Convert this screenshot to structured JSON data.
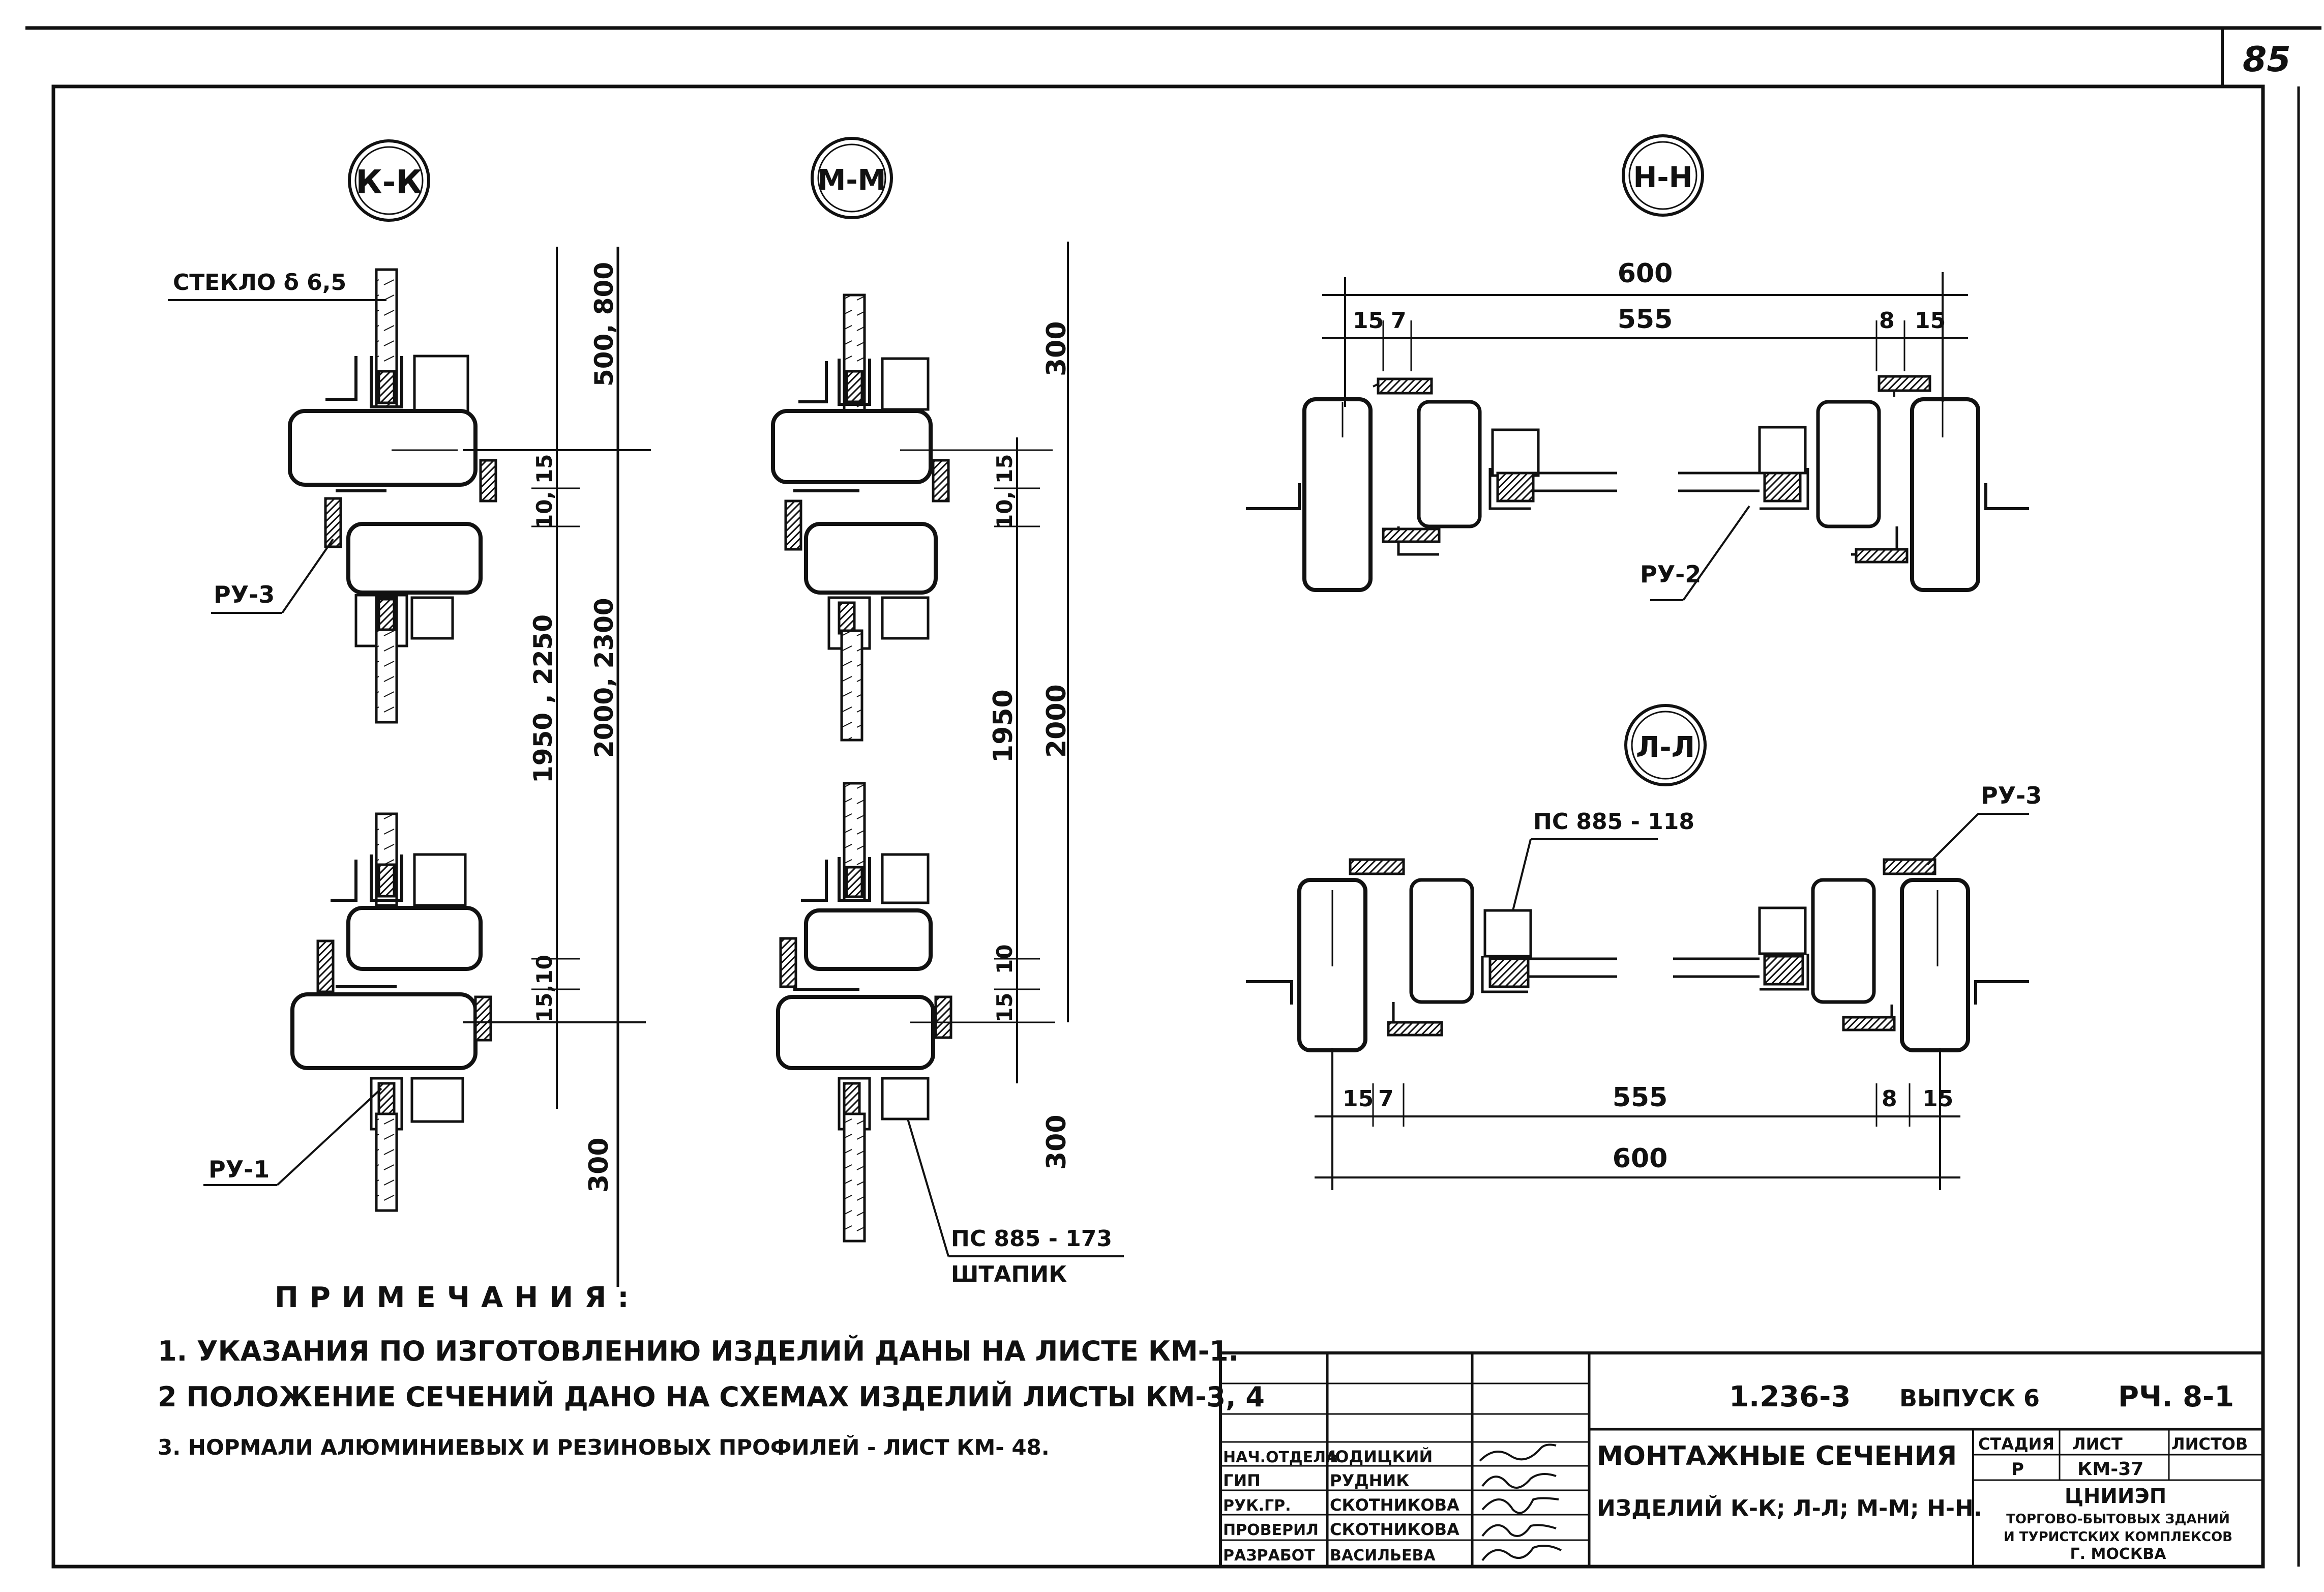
{
  "sheet": {
    "page_number": "85",
    "sections": [
      {
        "label": "К-К"
      },
      {
        "label": "М-М"
      },
      {
        "label": "Н-Н"
      },
      {
        "label": "Л-Л"
      }
    ]
  },
  "kk": {
    "glass_callout": "СТЕКЛО δ 6,5",
    "ru3": "РУ-3",
    "ru1": "РУ-1",
    "dim_top": "500, 800",
    "dim_1015": "10, 15",
    "dim_heights_a": "1950 , 2250",
    "dim_heights_b": "2000, 2300",
    "dim_1510": "15,10",
    "dim_bottom": "300"
  },
  "mm": {
    "dim_top": "300",
    "dim_1015": "10, 15",
    "dim_1950": "1950",
    "dim_2000": "2000",
    "dim_10": "10",
    "dim_15": "15",
    "dim_bottom": "300",
    "callout_ps": "ПС 885 - 173",
    "callout_shtapik": "ШТАПИК"
  },
  "nn": {
    "dim_total": "600",
    "dim_15a": "15",
    "dim_7": "7",
    "dim_555": "555",
    "dim_8": "8",
    "dim_15b": "15",
    "ru2": "РУ-2"
  },
  "ll": {
    "callout_ps": "ПС 885 - 118",
    "ru3": "РУ-3",
    "dim_15a": "15",
    "dim_7": "7",
    "dim_555": "555",
    "dim_8": "8",
    "dim_15b": "15",
    "dim_total": "600"
  },
  "notes": {
    "title": "ПРИМЕЧАНИЯ:",
    "items": [
      "1.  УКАЗАНИЯ ПО ИЗГОТОВЛЕНИЮ ИЗДЕЛИЙ ДАНЫ НА ЛИСТЕ КМ-1.",
      "2  ПОЛОЖЕНИЕ СЕЧЕНИЙ ДАНО НА СХЕМАХ ИЗДЕЛИЙ ЛИСТЫ КМ-3, 4",
      "3.  НОРМАЛИ АЛЮМИНИЕВЫХ  И  РЕЗИНОВЫХ  ПРОФИЛЕЙ - ЛИСТ КМ- 48."
    ]
  },
  "title_block": {
    "code": "1.236-3",
    "issue": "ВЫПУСК 6",
    "sheet_ref": "РЧ. 8-1",
    "title_line1": "МОНТАЖНЫЕ СЕЧЕНИЯ",
    "title_line2": "ИЗДЕЛИЙ  К-К; Л-Л; М-М; Н-Н.",
    "roles": [
      {
        "role": "НАЧ.ОТДЕЛА",
        "name": "ЮДИЦКИЙ"
      },
      {
        "role": "ГИП",
        "name": "РУДНИК"
      },
      {
        "role": "РУК.ГР.",
        "name": "СКОТНИКОВА"
      },
      {
        "role": "ПРОВЕРИЛ",
        "name": "СКОТНИКОВА"
      },
      {
        "role": "РАЗРАБОТ",
        "name": "ВАСИЛЬЕВА"
      }
    ],
    "stage_header": "СТАДИЯ",
    "sheet_header": "ЛИСТ",
    "sheets_header": "ЛИСТОВ",
    "stage": "Р",
    "sheet": "КМ-37",
    "org_line1": "ЦНИИЭП",
    "org_line2": "ТОРГОВО-БЫТОВЫХ ЗДАНИЙ",
    "org_line3": "И ТУРИСТСКИХ КОМПЛЕКСОВ",
    "org_line4": "Г. МОСКВА"
  }
}
